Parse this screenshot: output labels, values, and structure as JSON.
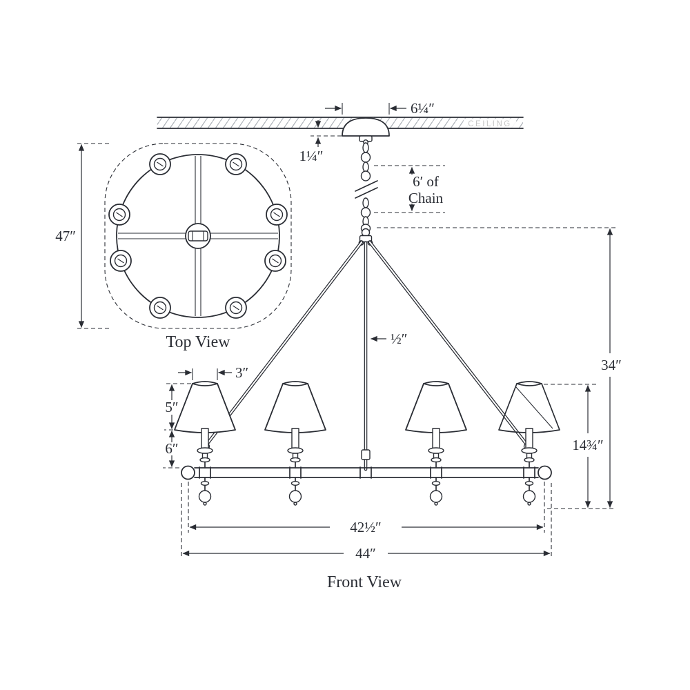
{
  "colors": {
    "ink": "#2a2d34",
    "hatch": "#9aa0a8",
    "ceiling_text": "#c6c6c6"
  },
  "top_view": {
    "title": "Top View",
    "dim_diameter": "47″"
  },
  "front_view": {
    "title": "Front View",
    "ceiling": "CEILING",
    "dim_canopy_width": "6¼″",
    "dim_canopy_height": "1¼″",
    "chain_label_line1": "6′ of",
    "chain_label_line2": "Chain",
    "dim_height": "34″",
    "dim_stem": "½″",
    "dim_shade_top": "3″",
    "dim_shade_side": "5″",
    "dim_candle": "6″",
    "dim_body": "14¾″",
    "dim_ring": "42½″",
    "dim_overall": "44″"
  }
}
